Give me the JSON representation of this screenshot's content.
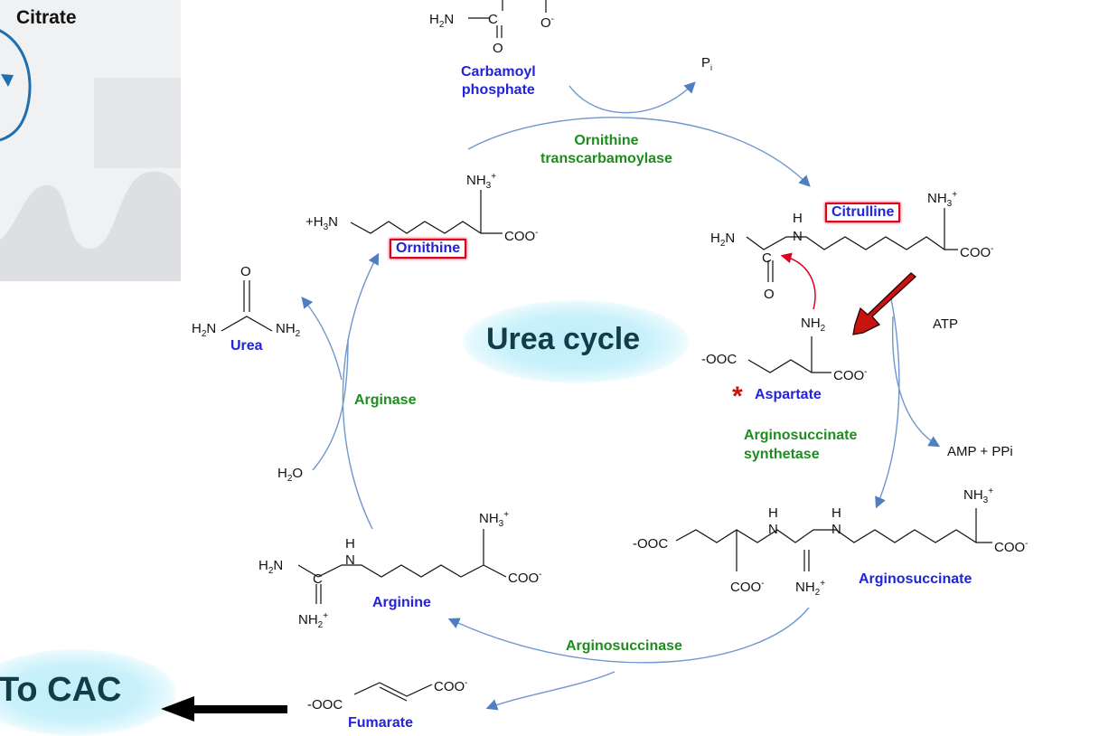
{
  "corner": {
    "citrate_label": "Citrate"
  },
  "cycle": {
    "title": "Urea cycle",
    "to_cac": "To CAC"
  },
  "molecules": {
    "carbamoyl_phosphate": [
      "Carbamoyl",
      "phosphate"
    ],
    "citrulline": "Citrulline",
    "ornithine": "Ornithine",
    "aspartate": "Aspartate",
    "urea": "Urea",
    "arginine": "Arginine",
    "argininosuccinate": "Arginosuccinate",
    "fumarate": "Fumarate"
  },
  "enzymes": {
    "ornithine_transcarbamoylase": [
      "Ornithine",
      "transcarbamoylase"
    ],
    "arginase": "Arginase",
    "arginosuccinate_synthetase": [
      "Arginosuccinate",
      "synthetase"
    ],
    "arginosuccinase": "Arginosuccinase"
  },
  "cofactors": {
    "pi": "Pi",
    "atp": "ATP",
    "amp_ppi": "AMP + PPi",
    "water": "H2O"
  },
  "marks": {
    "asterisk": "*"
  },
  "colors": {
    "molecule_blue": "#2323d8",
    "enzyme_green": "#1e8c1e",
    "highlight_red": "#e0001b",
    "arrow_blue": "#5b8ac9",
    "title_glow": "#bfeefa"
  }
}
